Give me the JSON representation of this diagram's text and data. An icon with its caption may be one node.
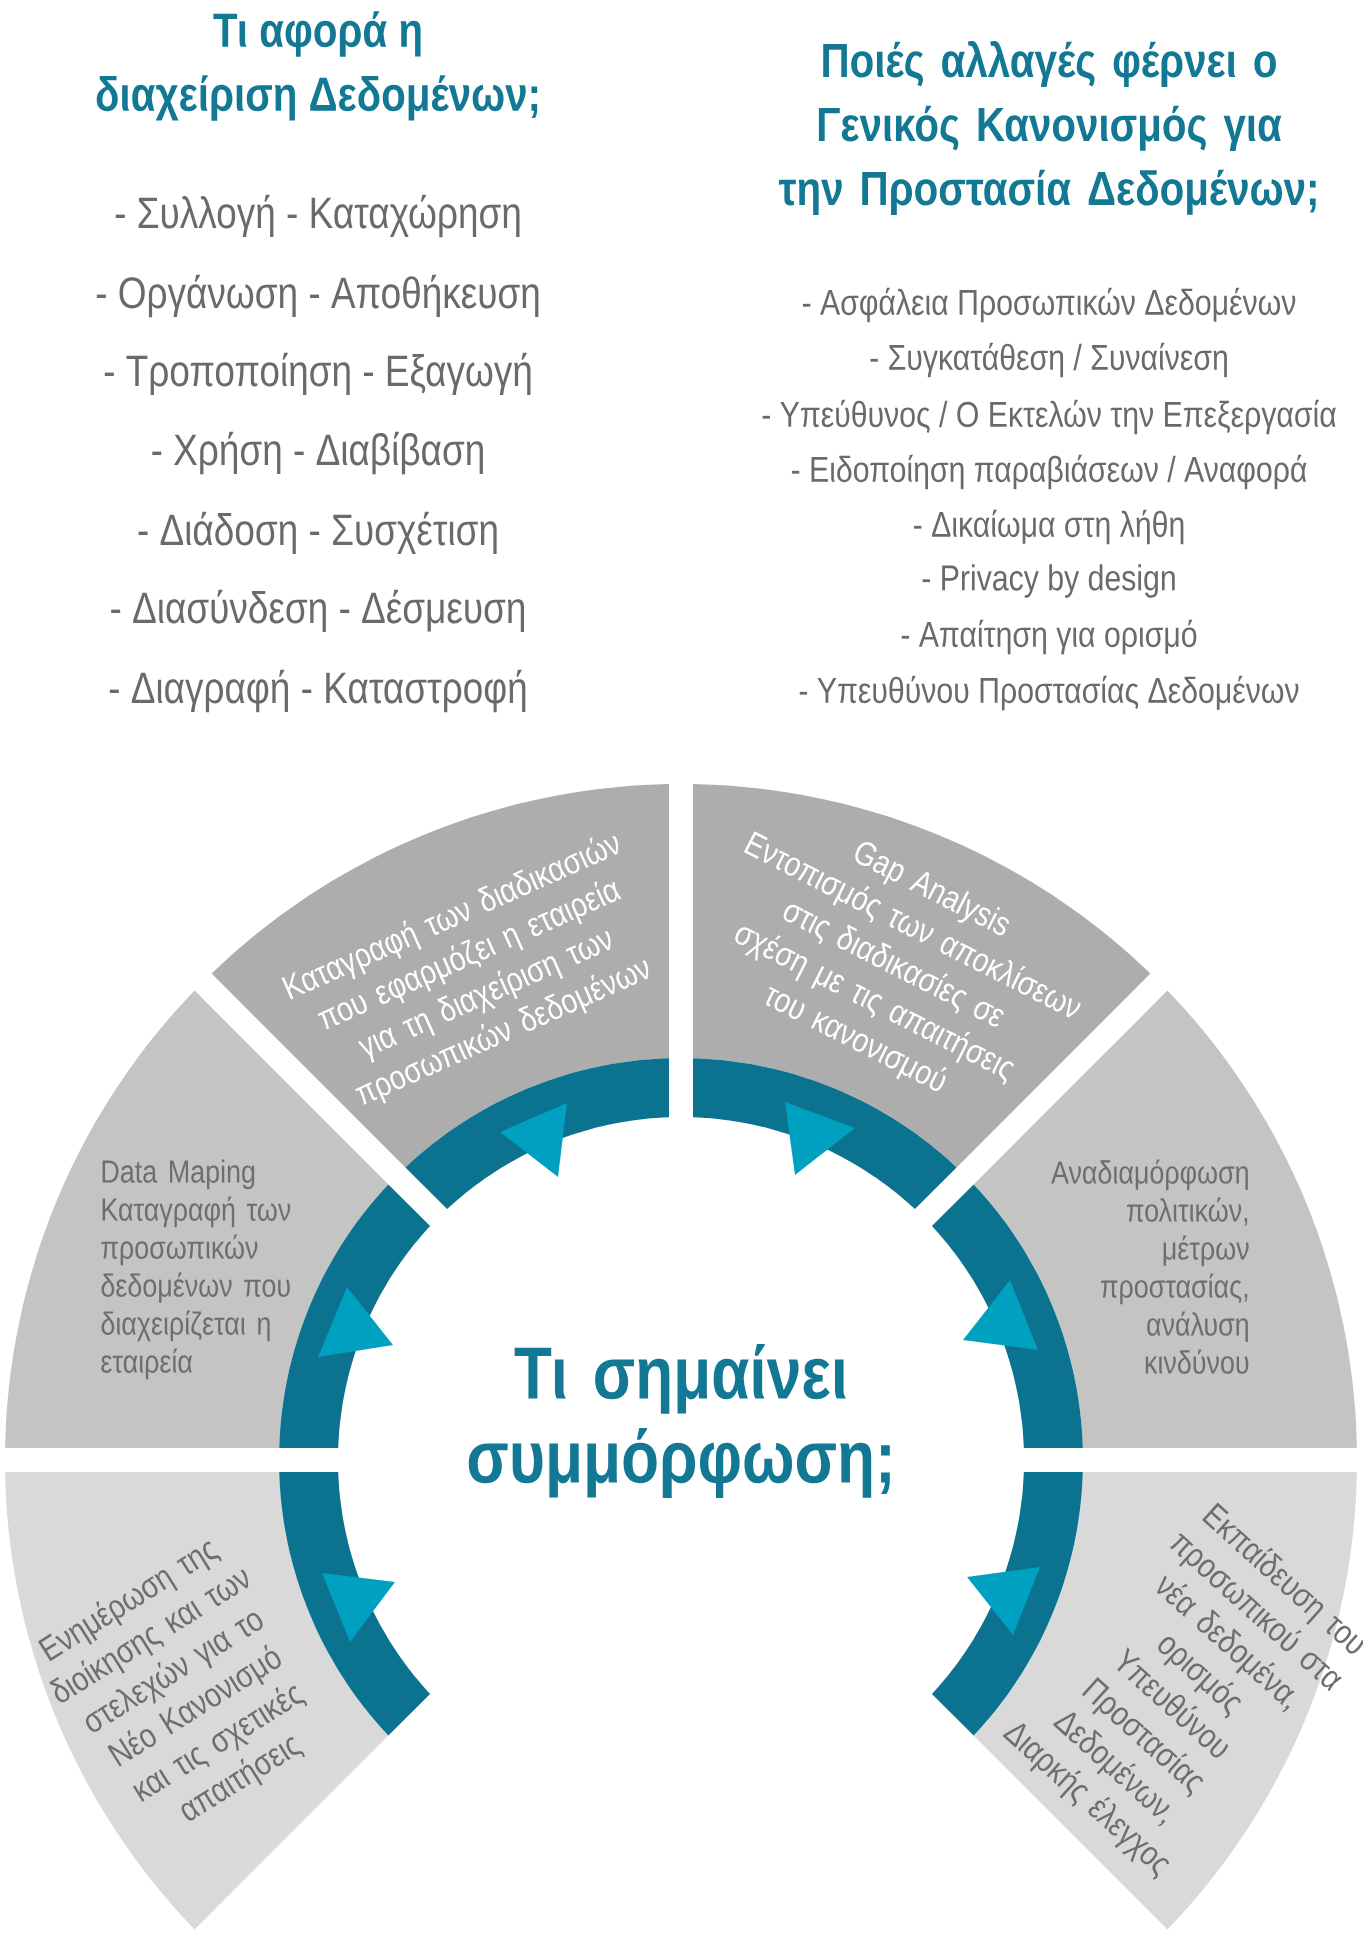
{
  "diagram": {
    "nodes": [
      {
        "text": [
          "Καταγραφή των διαδικασιών που εφαρμόζει η εταιρεία για τη διαχείριση των προσωπικών δεδομένων"
        ]
      },
      {
        "text": [
          "Gap Analysis",
          "Εντοπισμός των αποκλίσεων στις διαδικασίες σε σχέση με τις απαιτήσεις του κανονισμού"
        ]
      },
      {
        "text": [
          "Data Maping",
          "Καταγραφή των προσωπικών δεδομένων που διαχειρίζεται η εταιρεία"
        ]
      },
      {
        "text": [
          "Αναδιαμόρφωση πολιτικών, μέτρων προστασίας, ανάλυση κινδύνου"
        ]
      },
      {
        "text": [
          "Ενημέρωση της διοίκησης και των στελεχών για το Νέο Κανονισμό και τις σχετικές απαιτήσεις"
        ]
      },
      {
        "text": [
          "Εκπαίδευση του προσωπικού στα νέα δεδομένα, ορισμός Υπευθύνου Προστασίας Δεδομένων, Διαρκής έλεγχος"
        ]
      }
    ],
    "labels": [
      "Τι αφορά η διαχείριση Δεδομένων;",
      "- Συλλογή - Καταχώρηση",
      "- Οργάνωση - Αποθήκευση",
      "- Τροποποίηση - Εξαγωγή",
      "- Χρήση - Διαβίβαση",
      "- Διάδοση - Συσχέτιση",
      "- Διασύνδεση - Δέσμευση",
      "- Διαγραφή - Καταστροφή",
      "Ποιές αλλαγές φέρνει ο Γενικός Κανονισμός για την Προστασία Δεδομένων;",
      "- Ασφάλεια Προσωπικών Δεδομένων",
      "- Συγκατάθεση / Συναίνεση",
      "- Υπεύθυνος / Ο Εκτελών την Επεξεργασία",
      "- Ειδοποίηση παραβιάσεων / Αναφορά",
      "- Δικαίωμα στη λήθη",
      "- Privacy by design",
      "- Απαίτηση για ορισμό",
      "- Υπευθύνου Προστασίας Δεδομένων",
      "Τι σημαίνει συμμόρφωση;"
    ]
  }
}
